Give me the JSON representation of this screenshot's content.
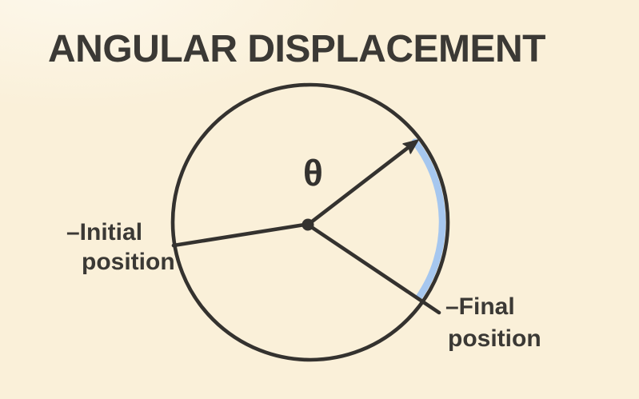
{
  "title": "ANGULAR DISPLACEMENT",
  "theta": "θ",
  "labels": {
    "initial": {
      "line1": "–Initial",
      "line2": "position"
    },
    "final": {
      "line1": "–Final",
      "line2": "position"
    }
  },
  "colors": {
    "background": "#faf0d9",
    "ink": "#34322f",
    "label_text": "#3b3935",
    "arc_highlight": "#a6c7ef"
  }
}
